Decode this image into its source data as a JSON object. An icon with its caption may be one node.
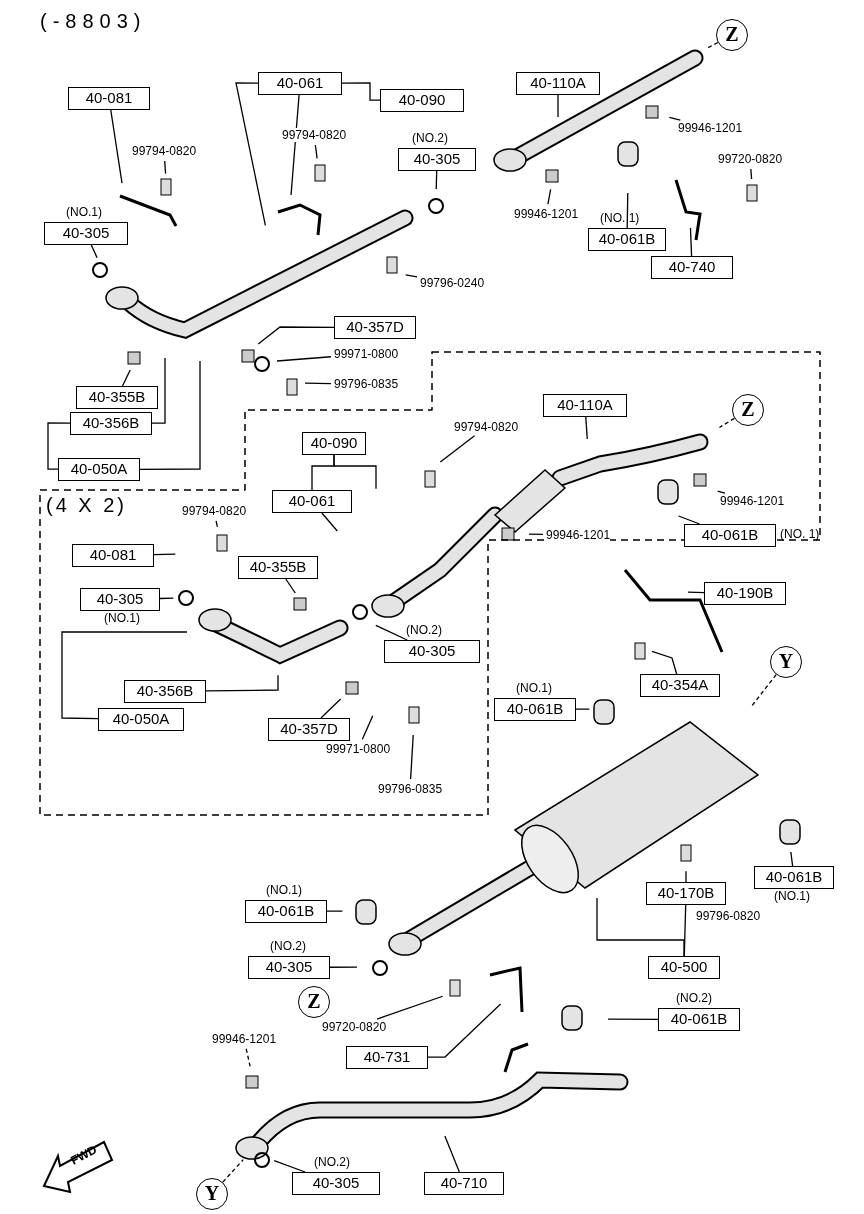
{
  "diagram": {
    "nodes": [
      {
        "text": [
          "Z"
        ]
      },
      {
        "text": [
          "40-081"
        ]
      },
      {
        "text": [
          "40-061"
        ]
      },
      {
        "text": [
          "40-090"
        ]
      },
      {
        "text": [
          "40-110A"
        ]
      },
      {
        "text": [
          "99946-1201"
        ]
      },
      {
        "text": [
          "99794-0820"
        ]
      },
      {
        "text": [
          "99794-0820"
        ]
      },
      {
        "text": [
          "40-305"
        ],
        "beside": [
          "(NO.2)"
        ]
      },
      {
        "text": [
          "99720-0820"
        ]
      },
      {
        "text": [
          "40-305"
        ],
        "beside": [
          "(NO.1)"
        ]
      },
      {
        "text": [
          "99946-1201"
        ]
      },
      {
        "text": [
          "40-061B"
        ],
        "beside": [
          "(NO. 1)"
        ]
      },
      {
        "text": [
          "40-740"
        ]
      },
      {
        "text": [
          "99796-0240"
        ]
      },
      {
        "text": [
          "40-357D"
        ]
      },
      {
        "text": [
          "99971-0800"
        ]
      },
      {
        "text": [
          "99796-0835"
        ]
      },
      {
        "text": [
          "40-355B"
        ]
      },
      {
        "text": [
          "40-356B"
        ]
      },
      {
        "text": [
          "40-050A"
        ]
      },
      {
        "text": [
          "(4 X 2)"
        ]
      },
      {
        "text": [
          "40-110A"
        ],
        "in": 21
      },
      {
        "text": [
          "99794-0820"
        ],
        "in": 21
      },
      {
        "text": [
          "Z"
        ],
        "in": 21
      },
      {
        "text": [
          "40-090"
        ],
        "in": 21
      },
      {
        "text": [
          "40-061"
        ],
        "in": 21
      },
      {
        "text": [
          "99946-1201"
        ],
        "in": 21
      },
      {
        "text": [
          "40-061B"
        ],
        "beside": [
          "(NO. 1)"
        ],
        "in": 21
      },
      {
        "text": [
          "99794-0820"
        ],
        "in": 21
      },
      {
        "text": [
          "99946-1201"
        ],
        "in": 21
      },
      {
        "text": [
          "40-081"
        ],
        "in": 21
      },
      {
        "text": [
          "40-355B"
        ],
        "in": 21
      },
      {
        "text": [
          "40-305"
        ],
        "in": 21
      },
      {
        "text": [
          "40-305"
        ],
        "beside": [
          "(NO.2)"
        ],
        "in": 21
      },
      {
        "text": [
          "40-356B"
        ],
        "in": 21
      },
      {
        "text": [
          "40-050A"
        ],
        "in": 21
      },
      {
        "text": [
          "40-357D"
        ],
        "in": 21
      },
      {
        "text": [
          "99971-0800"
        ],
        "in": 21
      },
      {
        "text": [
          "99796-0835"
        ],
        "in": 21
      },
      {
        "text": [
          "40-190B"
        ]
      },
      {
        "text": [
          "40-354A"
        ]
      },
      {
        "text": [
          "Y"
        ]
      },
      {
        "text": [
          "40-061B"
        ],
        "beside": [
          "(NO.1)"
        ]
      },
      {
        "text": [
          "40-061B"
        ],
        "beside": [
          "(NO.1)"
        ]
      },
      {
        "text": [
          "40-170B"
        ]
      },
      {
        "text": [
          "40-061B"
        ],
        "beside": [
          "(NO.1)"
        ]
      },
      {
        "text": [
          "40-305"
        ],
        "beside": [
          "(NO.2)"
        ]
      },
      {
        "text": [
          "40-500"
        ]
      },
      {
        "text": [
          "Z"
        ]
      },
      {
        "text": [
          "99720-0820"
        ]
      },
      {
        "text": [
          "40-061B"
        ],
        "beside": [
          "(NO.2)"
        ]
      },
      {
        "text": [
          "99946-1201"
        ]
      },
      {
        "text": [
          "40-731"
        ]
      },
      {
        "text": [
          "Y"
        ]
      },
      {
        "text": [
          "40-305"
        ],
        "beside": [
          "(NO.2)"
        ]
      },
      {
        "text": [
          "40-710"
        ]
      }
    ],
    "edges": [
      {
        "from": 0,
        "to": null,
        "arrow": "none",
        "style": "dashed"
      },
      {
        "from": 1,
        "to": null,
        "arrow": "none"
      },
      {
        "from": 2,
        "to": 3,
        "arrow": "none"
      },
      {
        "from": 2,
        "to": null,
        "arrow": "none"
      },
      {
        "from": 2,
        "to": null,
        "arrow": "none"
      },
      {
        "from": 4,
        "to": null,
        "arrow": "none"
      },
      {
        "from": 5,
        "to": null,
        "arrow": "none"
      },
      {
        "from": 6,
        "to": null,
        "arrow": "none"
      },
      {
        "from": 7,
        "to": null,
        "arrow": "none"
      },
      {
        "from": 8,
        "to": null,
        "arrow": "none"
      },
      {
        "from": 9,
        "to": null,
        "arrow": "none"
      },
      {
        "from": 10,
        "to": null,
        "arrow": "none"
      },
      {
        "from": 11,
        "to": null,
        "arrow": "none"
      },
      {
        "from": 12,
        "to": null,
        "arrow": "none"
      },
      {
        "from": 13,
        "to": null,
        "arrow": "none"
      },
      {
        "from": 14,
        "to": null,
        "arrow": "none"
      },
      {
        "from": 15,
        "to": null,
        "arrow": "none"
      },
      {
        "from": 16,
        "to": null,
        "arrow": "none"
      },
      {
        "from": 17,
        "to": null,
        "arrow": "none"
      },
      {
        "from": 18,
        "to": null,
        "arrow": "none"
      },
      {
        "from": 19,
        "to": 20,
        "arrow": "none"
      },
      {
        "from": 19,
        "to": null,
        "arrow": "none"
      },
      {
        "from": 20,
        "to": null,
        "arrow": "none"
      },
      {
        "from": 22,
        "to": null,
        "arrow": "none"
      },
      {
        "from": 23,
        "to": null,
        "arrow": "none"
      },
      {
        "from": 24,
        "to": null,
        "arrow": "none",
        "style": "dashed"
      },
      {
        "from": 25,
        "to": 26,
        "arrow": "none"
      },
      {
        "from": 25,
        "to": null,
        "arrow": "none"
      },
      {
        "from": 26,
        "to": null,
        "arrow": "none"
      },
      {
        "from": 27,
        "to": null,
        "arrow": "none"
      },
      {
        "from": 28,
        "to": null,
        "arrow": "none"
      },
      {
        "from": 29,
        "to": null,
        "arrow": "none"
      },
      {
        "from": 30,
        "to": null,
        "arrow": "none"
      },
      {
        "from": 31,
        "to": null,
        "arrow": "none"
      },
      {
        "from": 32,
        "to": null,
        "arrow": "none"
      },
      {
        "from": 33,
        "to": null,
        "arrow": "none"
      },
      {
        "from": 34,
        "to": null,
        "arrow": "none"
      },
      {
        "from": 35,
        "to": null,
        "arrow": "none"
      },
      {
        "from": 36,
        "to": null,
        "arrow": "none"
      },
      {
        "from": 37,
        "to": null,
        "arrow": "none"
      },
      {
        "from": 38,
        "to": null,
        "arrow": "none"
      },
      {
        "from": 39,
        "to": null,
        "arrow": "none"
      },
      {
        "from": 40,
        "to": null,
        "arrow": "none"
      },
      {
        "from": 41,
        "to": null,
        "arrow": "none"
      },
      {
        "from": 42,
        "to": null,
        "arrow": "none",
        "style": "dashed"
      },
      {
        "from": 43,
        "to": null,
        "arrow": "none"
      },
      {
        "from": 44,
        "to": null,
        "arrow": "none"
      },
      {
        "from": 45,
        "to": null,
        "arrow": "none"
      },
      {
        "from": 45,
        "to": 48,
        "arrow": "none"
      },
      {
        "from": 48,
        "to": null,
        "arrow": "none"
      },
      {
        "from": 46,
        "to": null,
        "arrow": "none"
      },
      {
        "from": 47,
        "to": null,
        "arrow": "none"
      },
      {
        "from": 50,
        "to": null,
        "arrow": "none"
      },
      {
        "from": 51,
        "to": null,
        "arrow": "none"
      },
      {
        "from": 52,
        "to": null,
        "arrow": "none",
        "style": "dashed"
      },
      {
        "from": 53,
        "to": null,
        "arrow": "none"
      },
      {
        "from": 54,
        "to": null,
        "arrow": "none",
        "style": "dashed"
      },
      {
        "from": 55,
        "to": null,
        "arrow": "none"
      },
      {
        "from": 56,
        "to": null,
        "arrow": "none"
      }
    ],
    "labels": [
      "(-8803)",
      "(NO.1)",
      "99796-0820",
      "FWD"
    ]
  }
}
